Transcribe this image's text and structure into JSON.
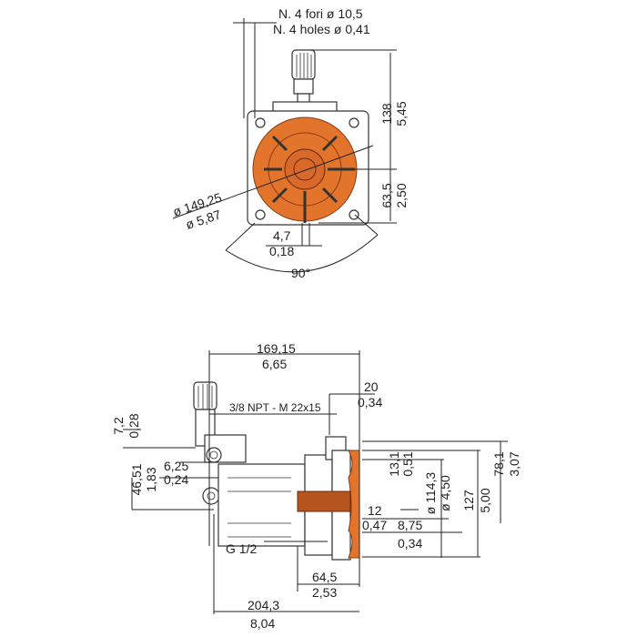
{
  "colors": {
    "accent": "#e3742c",
    "line": "#222222"
  },
  "front_view": {
    "holes_it": "N. 4 fori ø 10,5",
    "holes_en": "N. 4 holes ø 0,41",
    "height_mm": "138",
    "height_in": "5,45",
    "center_mm": "63,5",
    "center_in": "2,50",
    "diam_mm": "ø 149,25",
    "diam_in": "ø 5,87",
    "key_mm": "4,7",
    "key_in": "0,18",
    "angle": "90°"
  },
  "side_view": {
    "len1_mm": "169,15",
    "len1_in": "6,65",
    "off_mm": "20",
    "off_in": "0,34",
    "thread": "3/8 NPT - M 22x15",
    "v1_mm": "7,2",
    "v1_in": "0,28",
    "v2_mm": "46,51",
    "v2_in": "1,83",
    "h3_mm": "6,25",
    "h3_in": "0,24",
    "shaft_mm": "13,1",
    "shaft_in": "0,51",
    "flange_mm": "ø 114,3",
    "flange_in": "ø 4,50",
    "height_mm": "127",
    "height_in": "5,00",
    "top_mm": "78,1",
    "top_in": "3,07",
    "d12_mm": "12",
    "d12_in": "0,47",
    "d875_mm": "8,75",
    "d875_in": "0,34",
    "inlet": "G 1/2",
    "len2_mm": "64,5",
    "len2_in": "2,53",
    "total_mm": "204,3",
    "total_in": "8,04"
  }
}
